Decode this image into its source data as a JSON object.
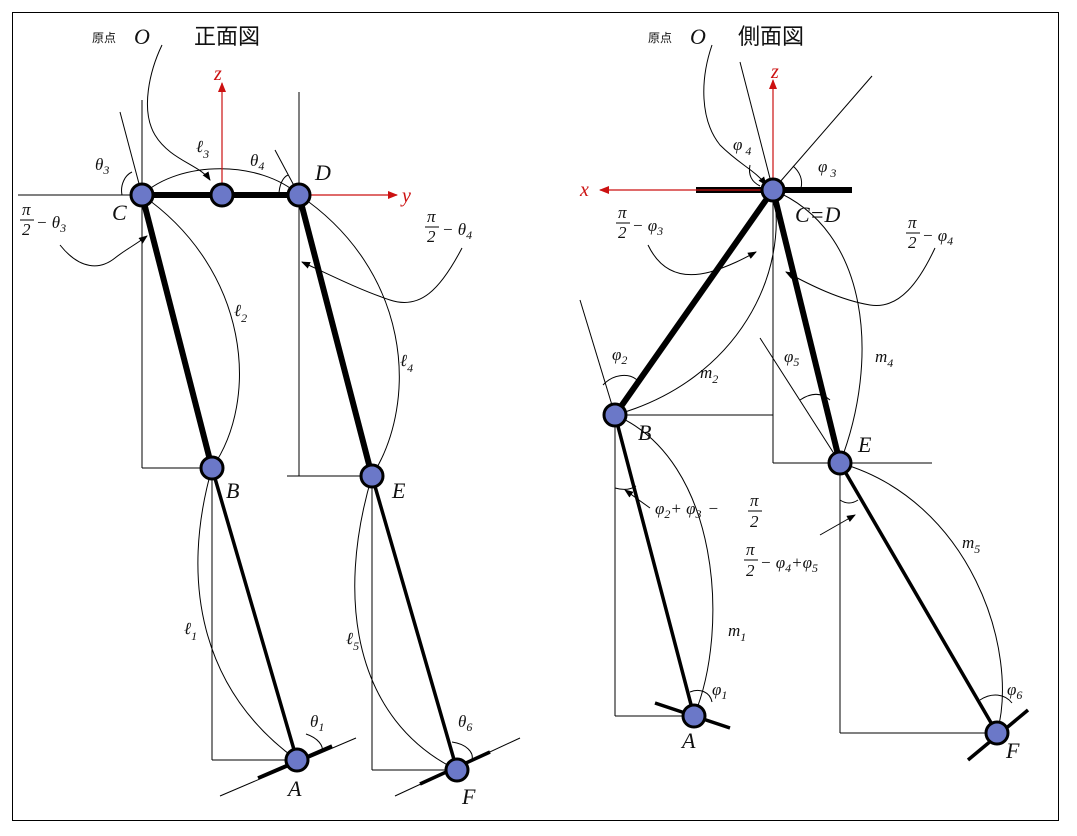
{
  "front": {
    "origin_label": "原点",
    "origin_symbol": "O",
    "title": "正面図",
    "axis_z": "z",
    "axis_y": "y",
    "points": {
      "A": "A",
      "B": "B",
      "C": "C",
      "D": "D",
      "E": "E",
      "F": "F"
    },
    "links": {
      "l1": "ℓ",
      "l1_sub": "1",
      "l2": "ℓ",
      "l2_sub": "2",
      "l3": "ℓ",
      "l3_sub": "3",
      "l4": "ℓ",
      "l4_sub": "4",
      "l5": "ℓ",
      "l5_sub": "5"
    },
    "angles": {
      "theta1": "θ",
      "theta1_sub": "1",
      "theta3": "θ",
      "theta3_sub": "3",
      "theta4": "θ",
      "theta4_sub": "4",
      "theta6": "θ",
      "theta6_sub": "6",
      "pi_num": "π",
      "pi_den": "2",
      "minus_theta3": "− θ",
      "minus_theta3_sub": "3",
      "minus_theta4": "− θ",
      "minus_theta4_sub": "4"
    }
  },
  "side": {
    "origin_label": "原点",
    "origin_symbol": "O",
    "title": "側面図",
    "axis_z": "z",
    "axis_x": "x",
    "points": {
      "A": "A",
      "B": "B",
      "CD": "C=D",
      "E": "E",
      "F": "F"
    },
    "links": {
      "m1": "m",
      "m1_sub": "1",
      "m2": "m",
      "m2_sub": "2",
      "m4": "m",
      "m4_sub": "4",
      "m5": "m",
      "m5_sub": "5"
    },
    "angles": {
      "phi1": "φ",
      "phi1_sub": "1",
      "phi2": "φ",
      "phi2_sub": "2",
      "phi3": "φ",
      "phi3_sub": "3",
      "phi4": "φ",
      "phi4_sub": "4",
      "phi5": "φ",
      "phi5_sub": "5",
      "phi6": "φ",
      "phi6_sub": "6",
      "pi_num": "π",
      "pi_den": "2",
      "minus_phi3": "− φ",
      "minus_phi3_sub": "3",
      "minus_phi4": "− φ",
      "minus_phi4_sub": "4",
      "plus_phi5": "+φ",
      "plus_phi5_sub": "5",
      "phi2_phi3": "φ",
      "phi2_phi3_sub_a": "2",
      "plus_phi3": "+ φ",
      "plus_phi3_sub": "3",
      "minus_pi": "−"
    }
  }
}
